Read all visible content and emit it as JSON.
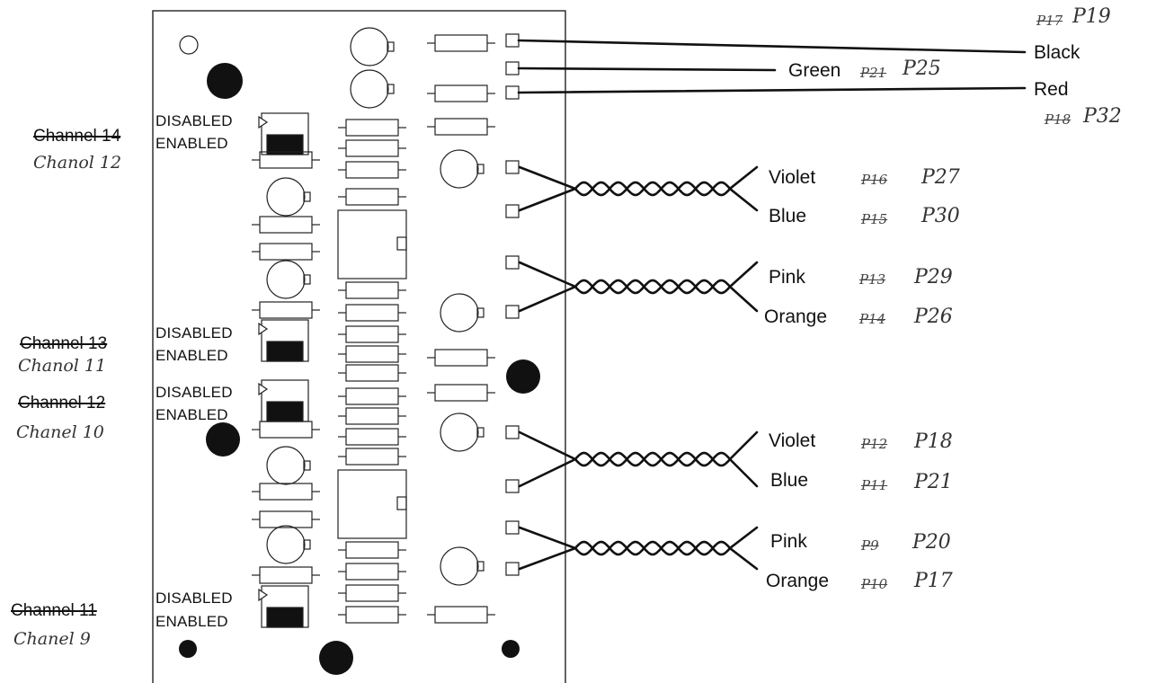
{
  "switch_labels": {
    "disabled": "DISABLED",
    "enabled": "ENABLED"
  },
  "channels": [
    {
      "old": "Channel 14",
      "new": "Chanol 12"
    },
    {
      "old": "Channel 13",
      "new": "Chanol 11"
    },
    {
      "old": "Channel 12",
      "new": "Chanel 10"
    },
    {
      "old": "Channel 11",
      "new": "Chanel 9"
    }
  ],
  "wires": [
    {
      "color": "Black",
      "old_pin": "P17",
      "new_pin": "P19"
    },
    {
      "color": "Green",
      "old_pin": "P21",
      "new_pin": "P25"
    },
    {
      "color": "Red",
      "old_pin": "P18",
      "new_pin": "P32"
    },
    {
      "color": "Violet",
      "old_pin": "P16",
      "new_pin": "P27"
    },
    {
      "color": "Blue",
      "old_pin": "P15",
      "new_pin": "P30"
    },
    {
      "color": "Pink",
      "old_pin": "P13",
      "new_pin": "P29"
    },
    {
      "color": "Orange",
      "old_pin": "P14",
      "new_pin": "P26"
    },
    {
      "color": "Violet",
      "old_pin": "P12",
      "new_pin": "P18"
    },
    {
      "color": "Blue",
      "old_pin": "P11",
      "new_pin": "P21"
    },
    {
      "color": "Pink",
      "old_pin": "P9",
      "new_pin": "P20"
    },
    {
      "color": "Orange",
      "old_pin": "P10",
      "new_pin": "P17"
    }
  ]
}
